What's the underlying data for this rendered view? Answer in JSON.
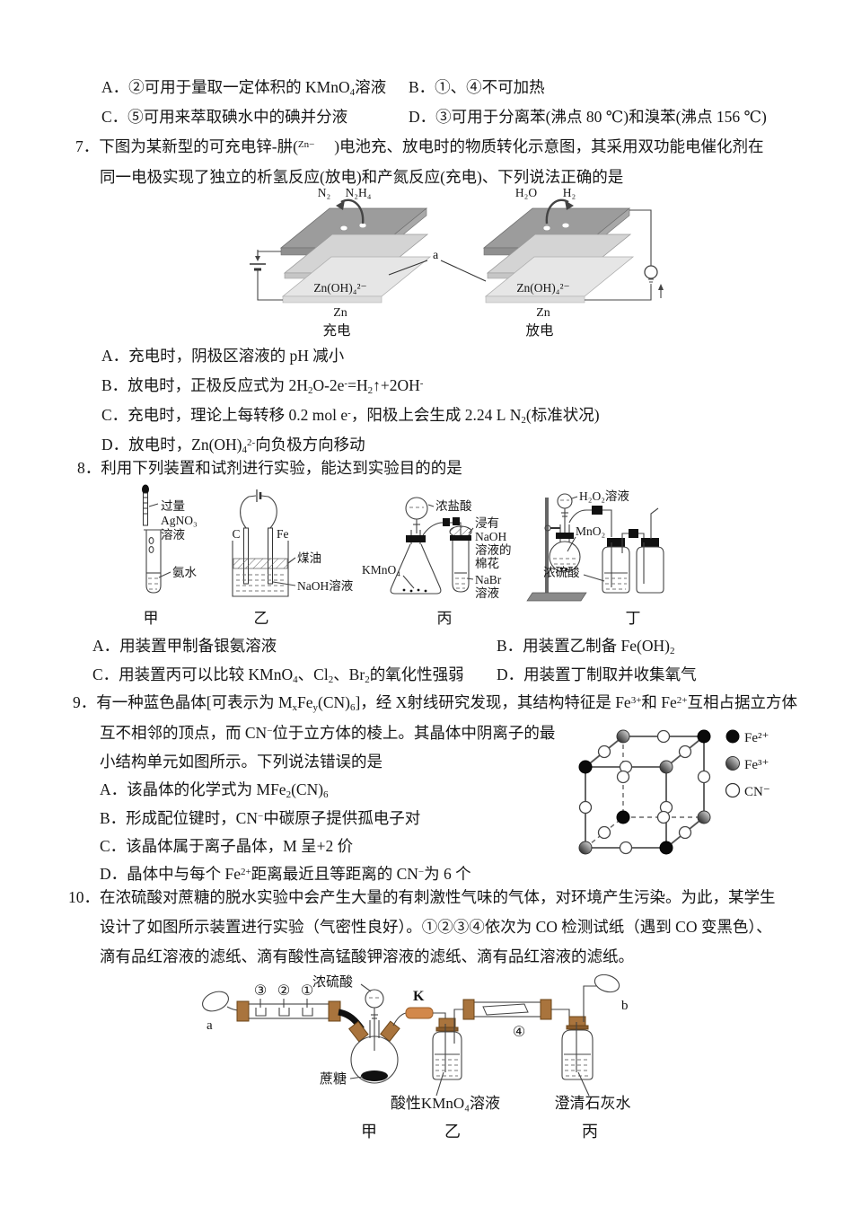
{
  "q6": {
    "a": "A．②可用于量取一定体积的 KMnO<sub>4</sub>溶液",
    "b": "B．①、④不可加热",
    "c": "C．⑤可用来萃取碘水中的碘并分液",
    "d": "D．③可用于分离苯(沸点 80 ℃)和溴苯(沸点 156 ℃)"
  },
  "q7": {
    "line1": "7．下图为某新型的可充电锌-肼(<sup>Zn−</sup>&emsp;&nbsp;)电池充、放电时的物质转化示意图，其采用双功能电催化剂在",
    "line2": "同一电极实现了独立的析氢反应(放电)和产氮反应(充电)、下列说法正确的是",
    "options": [
      "A．充电时，阴极区溶液的 pH 减小",
      "B．放电时，正极反应式为 2H<sub>2</sub>O-2e<sup>-</sup>=H<sub>2</sub>↑+2OH<sup>-</sup>",
      "C．充电时，理论上每转移 0.2&nbsp;mol&nbsp;e<sup>-</sup>，阳极上会生成 2.24&nbsp;L&nbsp;N<sub>2</sub>(标准状况)",
      "D．放电时，Zn(OH)<sub>4</sub><sup>2-</sup>向负极方向移动"
    ],
    "diagram": {
      "n2": "N₂",
      "n2h4": "N₂H₄",
      "h2o": "H₂O",
      "h2": "H₂",
      "znoh4_left": "Zn(OH)₄²⁻",
      "znoh4_right": "Zn(OH)₄²⁻",
      "zn_left": "Zn",
      "zn_right": "Zn",
      "charge": "充电",
      "discharge": "放电",
      "a_label": "a"
    }
  },
  "q8": {
    "stem": "8．利用下列装置和试剂进行实验，能达到实验目的的是",
    "options": [
      "A．用装置甲制备银氨溶液",
      "B．用装置乙制备 Fe(OH)<sub>2</sub>",
      "C．用装置丙可以比较 KMnO<sub>4</sub>、Cl<sub>2</sub>、Br<sub>2</sub>的氧化性强弱",
      "D．用装置丁制取并收集氧气"
    ],
    "diagram": {
      "jia": "甲",
      "yi": "乙",
      "bing": "丙",
      "ding": "丁",
      "guoliang": "过量",
      "agno3": "AgNO₃",
      "rongye1": "溶液",
      "anshui": "氨水",
      "c_label": "C",
      "fe_label": "Fe",
      "meiyou": "煤油",
      "naoh_rongye": "NaOH溶液",
      "nongyansuan": "浓盐酸",
      "kmno4": "KMnO₄",
      "jinyou": "浸有",
      "naoh": "NaOH",
      "rongyede": "溶液的",
      "mianhua": "棉花",
      "nabr": "NaBr",
      "rongye2": "溶液",
      "h2o2": "H₂O₂溶液",
      "mno2": "MnO₂",
      "nongliusuan": "浓硫酸"
    }
  },
  "q9": {
    "line1": "9．有一种蓝色晶体[可表示为 M<sub>x</sub>Fe<sub>y</sub>(CN)<sub>6</sub>]，经 X射线研究发现，其结构特征是 Fe<sup>3+</sup>和 Fe<sup>2+</sup>互相占据立方体",
    "line2": "互不相邻的顶点，而 CN<sup>−</sup>位于立方体的棱上。其晶体中阴离子的最",
    "line3": "小结构单元如图所示。下列说法错误的是",
    "options": [
      "A．该晶体的化学式为 MFe<sub>2</sub>(CN)<sub>6</sub>",
      "B．形成配位键时，CN<sup>−</sup>中碳原子提供孤电子对",
      "C．该晶体属于离子晶体，M 呈+2 价",
      "D．晶体中与每个 Fe<sup>2+</sup>距离最近且等距离的 CN<sup>−</sup>为 6 个"
    ],
    "legend": {
      "fe2": "Fe²⁺",
      "fe3": "Fe³⁺",
      "cn": "CN⁻"
    }
  },
  "q10": {
    "line1": "10．在浓硫酸对蔗糖的脱水实验中会产生大量的有刺激性气味的气体，对环境产生污染。为此，某学生",
    "line2": "设计了如图所示装置进行实验（气密性良好）。①②③④依次为 CO 检测试纸（遇到 CO 变黑色）、",
    "line3": "滴有品红溶液的滤纸、滴有酸性高锰酸钾溶液的滤纸、滴有品红溶液的滤纸。",
    "diagram": {
      "nongliusuan": "浓硫酸",
      "num3": "③",
      "num2": "②",
      "num1": "①",
      "num4": "④",
      "k": "K",
      "a": "a",
      "b": "b",
      "zhetang": "蔗糖",
      "suanxing_kmno4": "酸性KMnO₄溶液",
      "shihuishui": "澄清石灰水",
      "jia": "甲",
      "yi": "乙",
      "bing": "丙"
    }
  }
}
